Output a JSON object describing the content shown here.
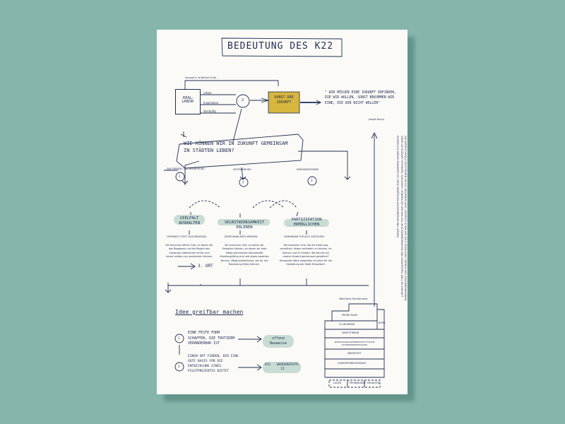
{
  "poster": {
    "title": "BEDEUTUNG DES K22",
    "above_reallabor": "konzept & im Bereich Erde ...",
    "reallabor": "REAL-LABOR",
    "inputs": [
      "urban",
      "Inspiration",
      "Vorläufig"
    ],
    "kunst_box": "KUNST DER ZUKUNFT",
    "quote": "\" WIR MÜSSEN EINE ZUKUNFT ERFINDEN, DIE WIR WOLLEN, SONST BEKOMMEN WIR EINE, DIE WIR NICHT WOLLEN\"",
    "quote_author": "Joseph Beuys",
    "question": "WIE KÖNNEN WIR IN ZUKUNFT GEMEINSAM IN STÄDTEN LEBEN?",
    "branch_labels": [
      "DAS FREMDE / ALS BEDROHUNG",
      "ENTFREMDUNG",
      "DEMOKRATIEKRISE"
    ],
    "branches": [
      {
        "number": "1",
        "title": "VIELFALT AUSHALTEN",
        "subtitle": "OFFENHEIT STATT AUSGRENZUNG",
        "text": "Wir brauchen offene Orte, an denen wir das Begegnen und die Regeln des Umgangs miteinander lernen und immer wieder neu aushandeln können."
      },
      {
        "number": "2",
        "title": "SELBSTWIRKSAMKEIT ERLEBEN",
        "subtitle": "JEDER KANN AKTIV WERDEN",
        "text": "Wir brauchen Orte, an denen wir Gestalten können, an denen wir trotz stetig wachsender Komplexität Handlungsfähig sind und etwas bewirken können. Möglichkeitsräume, die wir mit Bedeutung füllen können."
      },
      {
        "number": "3",
        "title": "PARTIZIPATION ERMÖGLICHEN",
        "subtitle": "GEMEINSAM FÜR ALLE GESTALTEN",
        "text": "Wir brauchen Orte, die die Erfahrung vermitteln, etwas verändern zu können, im Kleinen und im Großen. Wo können wir unsere Umwelt gemeinsam gestalten? Kindereien Werk aufgreifen ist Ideen für die Gestaltung der Stadt Düsseldorf."
      }
    ],
    "dritter_ort": "3. ORT",
    "vertical_text": "DIE UNTERSCHIEDLICHEN THEMEN DIE K22 BEDIENEN WIRD, VERDEUTLICHEN WIE VIELE FÄDEN UND THEMEN HIER ZUSAMMENKOMMEN. DIESE DIE ZUKUNFT ERFINDEN / AUSLEGEN / KÜNNEN DIE WIR WOLLEN, IM ZUSAMMENWIRKEN UND DISKUTIEREN, WELCHE ZUKUNFT EIGENTLICH WÜNSCHENSWERT IST. DIESE BENÖTIGEN AUSPROBIEREN UND LERNEN.",
    "idee_heading": "Idee greifbar machen",
    "steps": [
      {
        "number": "1",
        "text": "EINE FESTE FORM SCHAFFEN, DIE TROTZDEM VERÄNDERBAR IST",
        "result": "offene Bauweise"
      },
      {
        "number": "2",
        "text": "EINEN ORT FINDEN, DER EINE GUTE BASIS FÜR DIE ENTWICKLUNG EINES PILOTPROJEKTES BIETET",
        "result": "K22 - WERDENERSTR. 22"
      }
    ],
    "building": {
      "top_label": "öffentliche Dachterrasse",
      "floors": [
        {
          "label": "PROBE RAUM"
        },
        {
          "label": "CO-WORKING",
          "side": "BÜRO"
        },
        {
          "label": "GRAFFITIRAUM"
        },
        {
          "label": "ENTWICKLUNGSGEMEINSCHAFT FÜR DIE QUARTIERSENTWICKLUNG"
        },
        {
          "label": "WERKSTATT"
        },
        {
          "label": "QUARTIERSBEGEGNUNG"
        }
      ],
      "base": [
        "LAGER",
        "PROBEBÜHNE",
        "ERHALTEN"
      ]
    }
  },
  "colors": {
    "background": "#86b5ab",
    "paper": "#fbfaf6",
    "ink": "#1f2d56",
    "gold": "#d6b63c",
    "highlight": "#c9dcd3"
  }
}
